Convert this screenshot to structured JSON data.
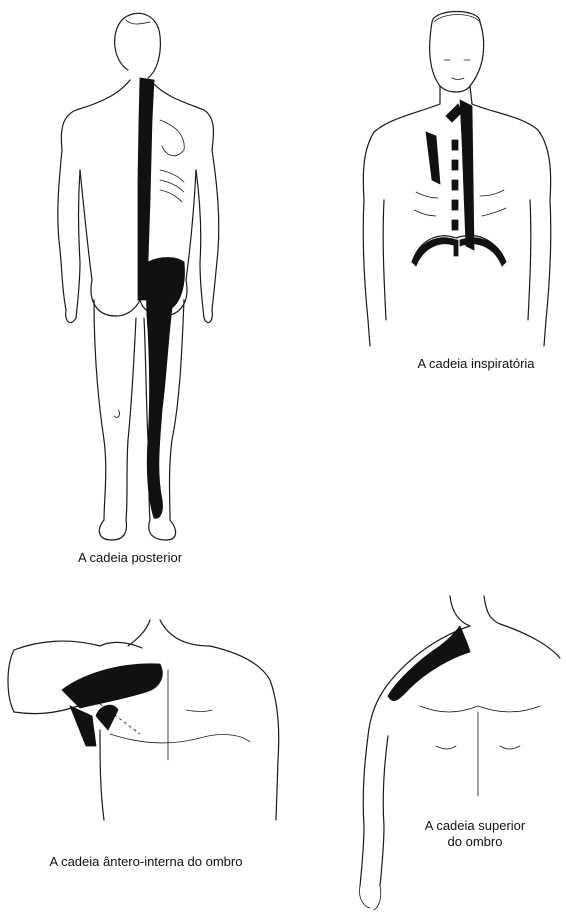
{
  "figures": [
    {
      "id": "posterior",
      "caption": "A cadeia posterior"
    },
    {
      "id": "inspiratoria",
      "caption": "A cadeia inspiratória"
    },
    {
      "id": "antero_interna",
      "caption": "A cadeia ântero-interna do ombro"
    },
    {
      "id": "superior",
      "caption_lines": [
        "A cadeia superior",
        "do ombro"
      ]
    }
  ]
}
